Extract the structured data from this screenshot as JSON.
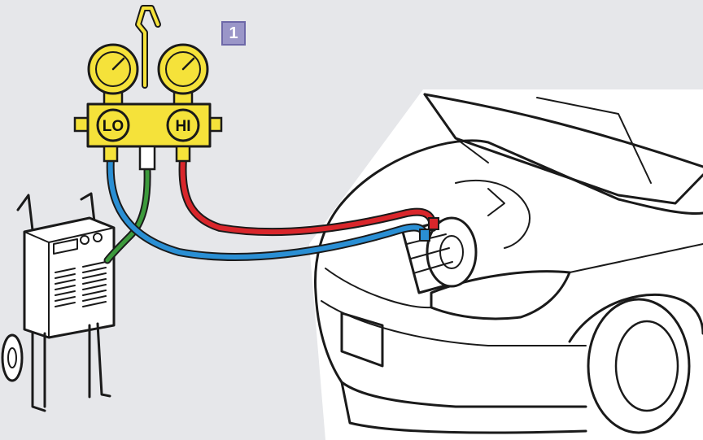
{
  "diagram": {
    "step_number": "1",
    "manifold": {
      "low_side_label": "LO",
      "high_side_label": "HI"
    },
    "colors": {
      "background": "#e6e7ea",
      "manifold_yellow": "#f5e23a",
      "low_hose_blue": "#2a8fd4",
      "high_hose_red": "#d9262b",
      "service_hose_green": "#3c9a3c",
      "step_badge": "#9a96c8"
    },
    "icons": [
      "pressure-gauge-icon",
      "refrigerant-recovery-machine-icon",
      "car-engine-bay-icon",
      "ac-compressor-icon"
    ]
  }
}
